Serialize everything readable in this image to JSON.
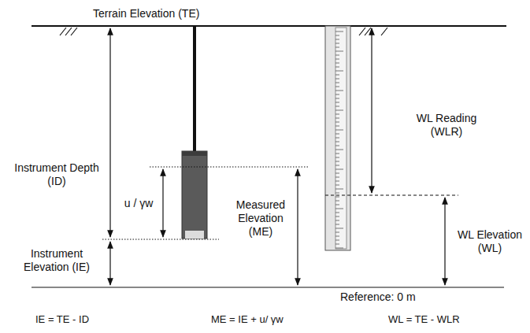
{
  "diagram": {
    "labels": [
      "Terrain Elevation (TE)",
      "Instrument Depth (ID)",
      "u / γw",
      "Measured Elevation (ME)",
      "WL Reading (WLR)",
      "Instrument Elevation (IE)",
      "WL Elevation (WL)",
      "Reference: 0 m",
      "IE = TE - ID",
      "ME = IE + u/ γw",
      "WL = TE - WLR"
    ]
  }
}
